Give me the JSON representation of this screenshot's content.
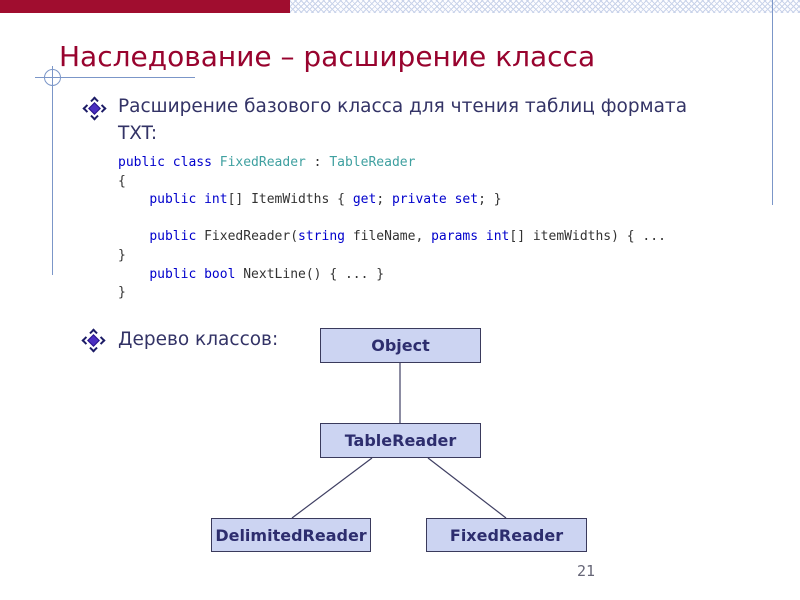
{
  "slide": {
    "title": "Наследование – расширение класса",
    "page_number": "21"
  },
  "bullets": [
    {
      "lines": [
        "Расширение базового класса для чтения таблиц формата",
        "TXT:"
      ]
    },
    {
      "lines": [
        "Дерево классов:"
      ]
    }
  ],
  "code": {
    "lines": [
      [
        {
          "c": "kw",
          "t": "public class "
        },
        {
          "c": "type",
          "t": "FixedReader"
        },
        {
          "c": "plain",
          "t": " : "
        },
        {
          "c": "type",
          "t": "TableReader"
        }
      ],
      [
        {
          "c": "plain",
          "t": "{"
        }
      ],
      [
        {
          "c": "plain",
          "t": "    "
        },
        {
          "c": "kw",
          "t": "public int"
        },
        {
          "c": "plain",
          "t": "[] ItemWidths { "
        },
        {
          "c": "kw",
          "t": "get"
        },
        {
          "c": "plain",
          "t": "; "
        },
        {
          "c": "kw",
          "t": "private set"
        },
        {
          "c": "plain",
          "t": "; }"
        }
      ],
      [],
      [
        {
          "c": "plain",
          "t": "    "
        },
        {
          "c": "kw",
          "t": "public"
        },
        {
          "c": "plain",
          "t": " FixedReader("
        },
        {
          "c": "kw",
          "t": "string"
        },
        {
          "c": "plain",
          "t": " fileName, "
        },
        {
          "c": "kw",
          "t": "params int"
        },
        {
          "c": "plain",
          "t": "[] itemWidths) { ..."
        }
      ],
      [
        {
          "c": "plain",
          "t": "}"
        }
      ],
      [
        {
          "c": "plain",
          "t": "    "
        },
        {
          "c": "kw",
          "t": "public bool"
        },
        {
          "c": "plain",
          "t": " NextLine() { ... }"
        }
      ],
      [
        {
          "c": "plain",
          "t": "}"
        }
      ]
    ]
  },
  "diagram": {
    "nodes": [
      {
        "label": "Object"
      },
      {
        "label": "TableReader"
      },
      {
        "label": "DelimitedReader"
      },
      {
        "label": "FixedReader"
      }
    ],
    "edges": [
      {
        "from": "Object",
        "to": "TableReader"
      },
      {
        "from": "TableReader",
        "to": "DelimitedReader"
      },
      {
        "from": "TableReader",
        "to": "FixedReader"
      }
    ]
  },
  "colors": {
    "top_bar": "#A00D2F",
    "title": "#98032E",
    "body_text": "#333366",
    "rule_line": "#7B96C8",
    "hatch": "#C9D3EA",
    "code_keyword": "#0000CC",
    "code_type": "#3FA0A0",
    "code_plain": "#333333",
    "node_fill": "#CCD4F2",
    "node_border": "#3A3A5C",
    "node_text": "#2D2D6E",
    "page_number": "#666677"
  }
}
